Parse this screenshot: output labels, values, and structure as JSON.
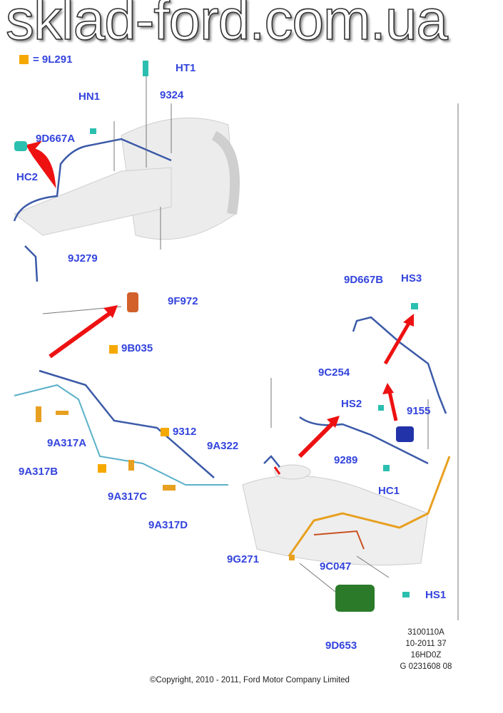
{
  "legend": {
    "text": "= 9L291",
    "color": "#f5a800"
  },
  "labels": {
    "HT1": "HT1",
    "HN1": "HN1",
    "p9324": "9324",
    "p9D667A": "9D667A",
    "HC2": "HC2",
    "p9J279": "9J279",
    "p9F972": "9F972",
    "p9B035": "9B035",
    "p9D667B": "9D667B",
    "HS3": "HS3",
    "p9C254": "9C254",
    "HS2": "HS2",
    "p9155": "9155",
    "p9A317A": "9A317A",
    "p9A317B": "9A317B",
    "p9312": "9312",
    "p9A322": "9A322",
    "p9289": "9289",
    "HC1": "HC1",
    "p9A317C": "9A317C",
    "p9A317D": "9A317D",
    "p9G271": "9G271",
    "p9C047": "9C047",
    "HS1": "HS1",
    "p9D653": "9D653"
  },
  "reference": [
    "3100110A",
    "10-2011 37",
    "16HD0Z",
    "G 0231608 08"
  ],
  "copyright": "©Copyright, 2010 - 2011, Ford Motor Company Limited",
  "watermark": "sklad-ford.com.ua",
  "colors": {
    "label": "#3344dd",
    "pipe": "#3b5aa8",
    "fuel_line": "#e8a020",
    "arrow": "#ee1111",
    "connector": "#2bbfb0"
  }
}
